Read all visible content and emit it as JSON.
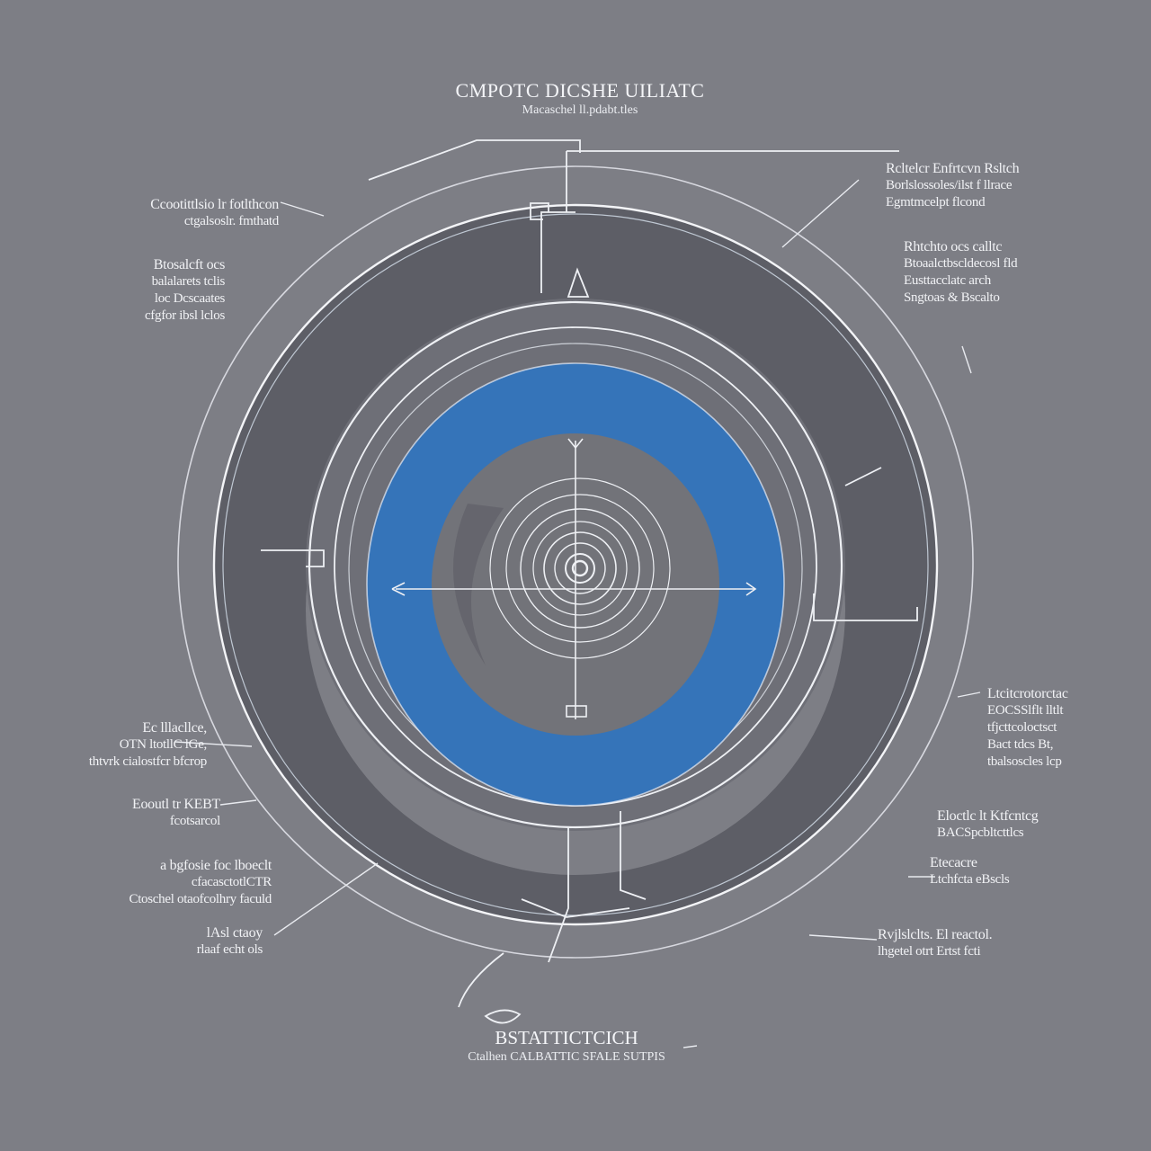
{
  "title": "CMPOTC DICSHE UILIATC",
  "subtitle": "Macaschel ll.pdabt.tles",
  "bottom": {
    "title": "BSTATTICTCICH",
    "subtitle": "Ctalhen CALBATTIC SFALE SUTPIS"
  },
  "labels": {
    "top_left_1": [
      "Ccootittlsio lr fotlthcon",
      "ctgalsoslr. fmthatd"
    ],
    "top_left_2": [
      "Btosalcft ocs",
      "balalarets tclis",
      "loc Dcscaates",
      "cfgfor ibsl lclos"
    ],
    "top_right_1": [
      "Rcltelcr Enfrtcvn Rsltch",
      "Borlslossoles/ilst f llrace",
      "Egmtmcelpt flcond"
    ],
    "top_right_2": [
      "Rhtchto ocs calltc",
      "Btoaalctbscldecosl fld",
      "Eusttacclatc arch",
      "Sngtoas & Bscalto"
    ],
    "left_mid_1": [
      "Ec lllacllce,",
      "OTN ltotllC lGe,",
      "thtvrk cialostfcr bfcrop"
    ],
    "left_mid_2": [
      "Eooutl tr KEBT",
      "fcotsarcol"
    ],
    "left_low_1": [
      "a bgfosie foc lboeclt",
      "cfacasctotlCTR",
      "Ctoschel otaofcolhry faculd"
    ],
    "left_low_2": [
      "lAsl ctaoy",
      "rlaaf echt ols"
    ],
    "right_mid": [
      "Ltcitcrotorctac",
      "EOCSSlflt lltlt",
      "tfjcttcoloctsct",
      "Bact tdcs Bt,",
      "tbalsoscles lcp"
    ],
    "right_low_1": [
      "Eloctlc lt Ktfcntcg",
      "BACSpcbltcttlcs"
    ],
    "right_low_2": [
      "Etecacre",
      "Ltchfcta eBscls"
    ],
    "right_low_3": [
      "Rvjlslclts. El reactol.",
      "lhgetel otrt Ertst fcti"
    ]
  },
  "colors": {
    "background": "#7d7e85",
    "ring_dark": "#5d5e66",
    "ring_blue": "#3574b9",
    "inner_gray": "#707178",
    "line": "#eef0f4"
  }
}
